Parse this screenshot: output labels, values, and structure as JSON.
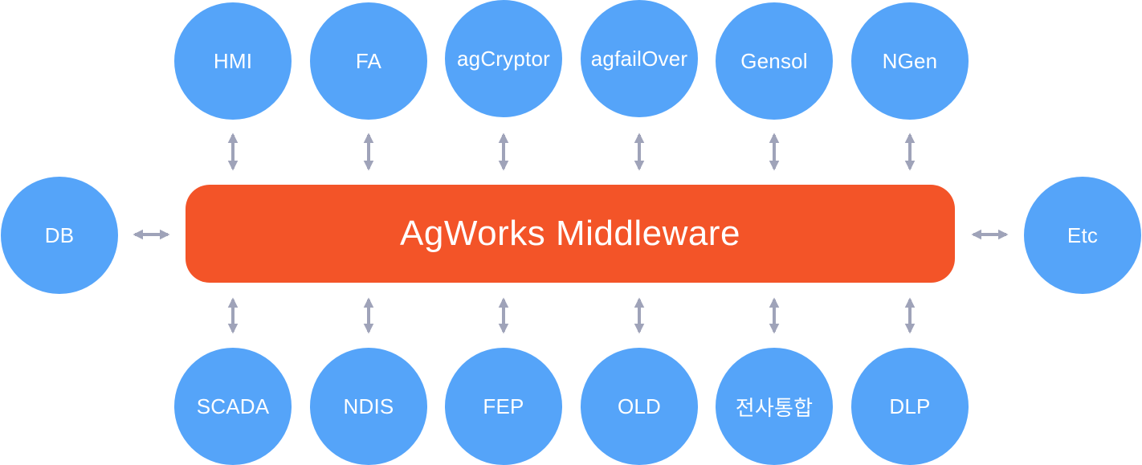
{
  "hub": {
    "label": "AgWorks Middleware",
    "color": "#f35428"
  },
  "node_color": "#55a4f9",
  "arrow_color": "#9fa3b9",
  "top_nodes": [
    {
      "label": "HMI"
    },
    {
      "label": "FA"
    },
    {
      "label": "agCryptor"
    },
    {
      "label": "agfailOver"
    },
    {
      "label": "Gensol"
    },
    {
      "label": "NGen"
    }
  ],
  "bottom_nodes": [
    {
      "label": "SCADA"
    },
    {
      "label": "NDIS"
    },
    {
      "label": "FEP"
    },
    {
      "label": "OLD"
    },
    {
      "label": "전사통합"
    },
    {
      "label": "DLP"
    }
  ],
  "left_node": {
    "label": "DB"
  },
  "right_node": {
    "label": "Etc"
  }
}
